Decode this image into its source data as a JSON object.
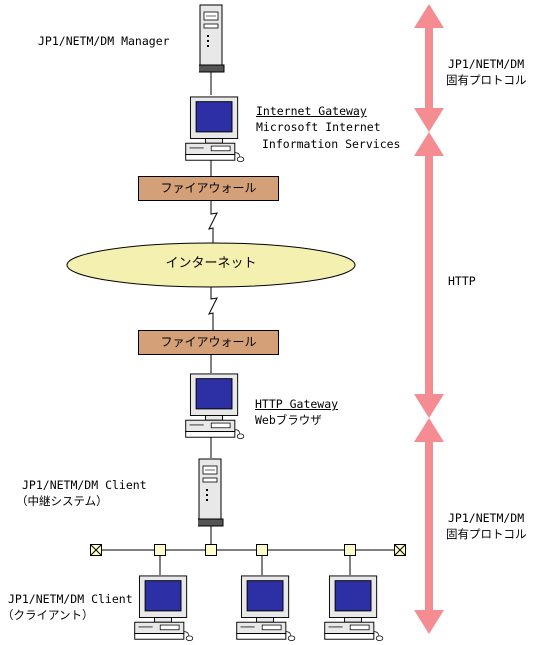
{
  "manager": {
    "label": "JP1/NETM/DM Manager"
  },
  "internet_gateway": {
    "title": "Internet Gateway",
    "line1": "Microsoft Internet",
    "line2": "Information Services"
  },
  "firewall_top": {
    "label": "ファイアウォール"
  },
  "internet": {
    "label": "インターネット"
  },
  "firewall_bottom": {
    "label": "ファイアウォール"
  },
  "http_gateway": {
    "title": "HTTP Gateway",
    "line1": "Webブラウザ"
  },
  "relay": {
    "line1": "JP1/NETM/DM Client",
    "line2": "（中継システム）"
  },
  "client": {
    "line1": "JP1/NETM/DM Client",
    "line2": "（クライアント）"
  },
  "protocol_top": {
    "line1": "JP1/NETM/DM",
    "line2": "固有プロトコル"
  },
  "protocol_http": {
    "label": "HTTP"
  },
  "protocol_bottom": {
    "line1": "JP1/NETM/DM",
    "line2": "固有プロトコル"
  },
  "colors": {
    "arrow": "#f48c91",
    "firewall": "#d3a077",
    "internet_cloud": "#f4f0b0",
    "screen": "#2d2fa5",
    "device_gray": "#e8e8e8",
    "connector": "#ffffcc"
  },
  "icons": [
    "tower-server-icon",
    "desktop-computer-icon",
    "network-terminator-icon"
  ]
}
